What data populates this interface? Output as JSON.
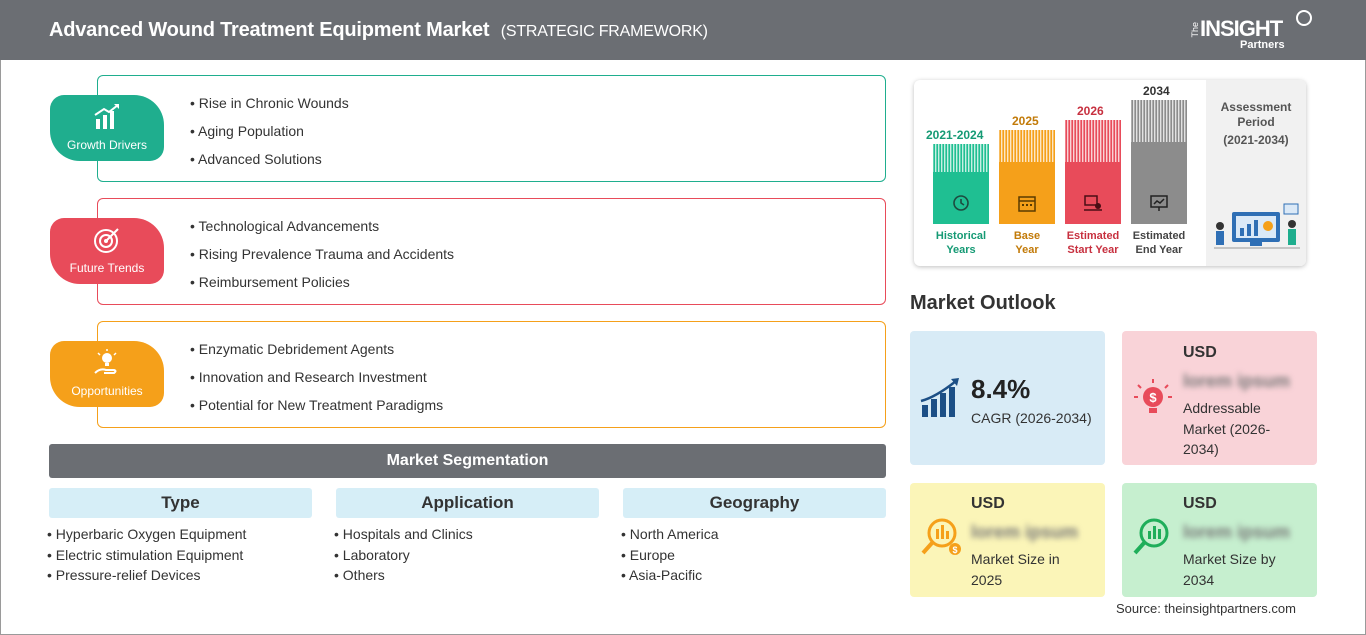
{
  "header": {
    "title": "Advanced Wound Treatment Equipment Market",
    "subtitle": "(STRATEGIC FRAMEWORK)",
    "logo": {
      "the": "The",
      "main": "INSIGHT",
      "partners": "Partners"
    }
  },
  "colors": {
    "header": "#6b6e73",
    "growth": "#1fae8e",
    "trends": "#e84b5a",
    "opportunities": "#f5a01a",
    "segment_head": "#d6eef7",
    "card_blue": "#d8ebf6",
    "card_pink": "#f9d3d8",
    "card_yellow": "#fbf5b8",
    "card_green": "#c6efcf"
  },
  "framework": [
    {
      "badge": "Growth Drivers",
      "icon": "growth-chart-icon",
      "items": [
        "Rise in Chronic Wounds",
        "Aging Population",
        "Advanced Solutions"
      ]
    },
    {
      "badge": "Future Trends",
      "icon": "target-icon",
      "items": [
        "Technological Advancements",
        "Rising Prevalence Trauma and Accidents",
        "Reimbursement Policies"
      ]
    },
    {
      "badge": "Opportunities",
      "icon": "lightbulb-hand-icon",
      "items": [
        "Enzymatic Debridement Agents",
        "Innovation and Research Investment",
        "Potential for New Treatment Paradigms"
      ]
    }
  ],
  "segmentation": {
    "title": "Market Segmentation",
    "columns": [
      {
        "head": "Type",
        "items": [
          "Hyperbaric Oxygen Equipment",
          "Electric stimulation Equipment",
          "Pressure-relief Devices"
        ]
      },
      {
        "head": "Application",
        "items": [
          "Hospitals and Clinics",
          "Laboratory",
          "Others"
        ]
      },
      {
        "head": "Geography",
        "items": [
          "North America",
          "Europe",
          "Asia-Pacific"
        ]
      }
    ]
  },
  "timeline": {
    "columns": [
      {
        "year": "2021-2024",
        "label": [
          "Historical",
          "Years"
        ],
        "color": "#1fbf92",
        "icon": "history-icon"
      },
      {
        "year": "2025",
        "label": [
          "Base",
          "Year"
        ],
        "color": "#f5a01a",
        "icon": "calendar-icon"
      },
      {
        "year": "2026",
        "label": [
          "Estimated",
          "Start Year"
        ],
        "color": "#e84b5a",
        "icon": "presentation-icon"
      },
      {
        "year": "2034",
        "label": [
          "Estimated",
          "End Year"
        ],
        "color": "#8c8c8c",
        "icon": "monitor-chart-icon"
      }
    ],
    "assessment": {
      "label_1": "Assessment",
      "label_2": "Period",
      "period": "(2021-2034)"
    }
  },
  "outlook": {
    "title": "Market Outlook",
    "cagr": {
      "value": "8.4%",
      "label": "CAGR (2026-2034)",
      "icon": "bar-growth-icon"
    },
    "addressable": {
      "currency": "USD",
      "value": "lorem ipsum",
      "label": [
        "Addressable",
        "Market (2026-",
        "2034)"
      ],
      "icon": "money-bulb-icon"
    },
    "size_2025": {
      "currency": "USD",
      "value": "lorem ipsum",
      "label": [
        "Market Size in",
        "2025"
      ],
      "icon": "magnifier-dollar-icon"
    },
    "size_2034": {
      "currency": "USD",
      "value": "lorem ipsum",
      "label": [
        "Market Size by",
        "2034"
      ],
      "icon": "magnifier-chart-icon"
    }
  },
  "source": "Source: theinsightpartners.com"
}
